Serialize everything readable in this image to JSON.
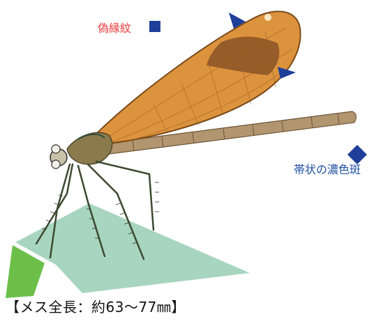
{
  "labels": {
    "pseudostigma": "偽縁紋",
    "band_spot": "帯状の濃色斑",
    "caption": "【メス全長：約63〜77㎜】"
  },
  "colors": {
    "label_red": "#e83c3c",
    "label_blue": "#1f4fa0",
    "marker_blue": "#1f3f9a",
    "wing_amber": "#d98a2c",
    "wing_dark_band": "#8a5226",
    "body_brown": "#a98b65",
    "leaf_light": "#a8d5bf",
    "leaf_green": "#6cc04a"
  },
  "icons": {
    "pseudostigma_marker": "square",
    "band_marker": "diamond",
    "pointer": "triangle-arrow"
  }
}
